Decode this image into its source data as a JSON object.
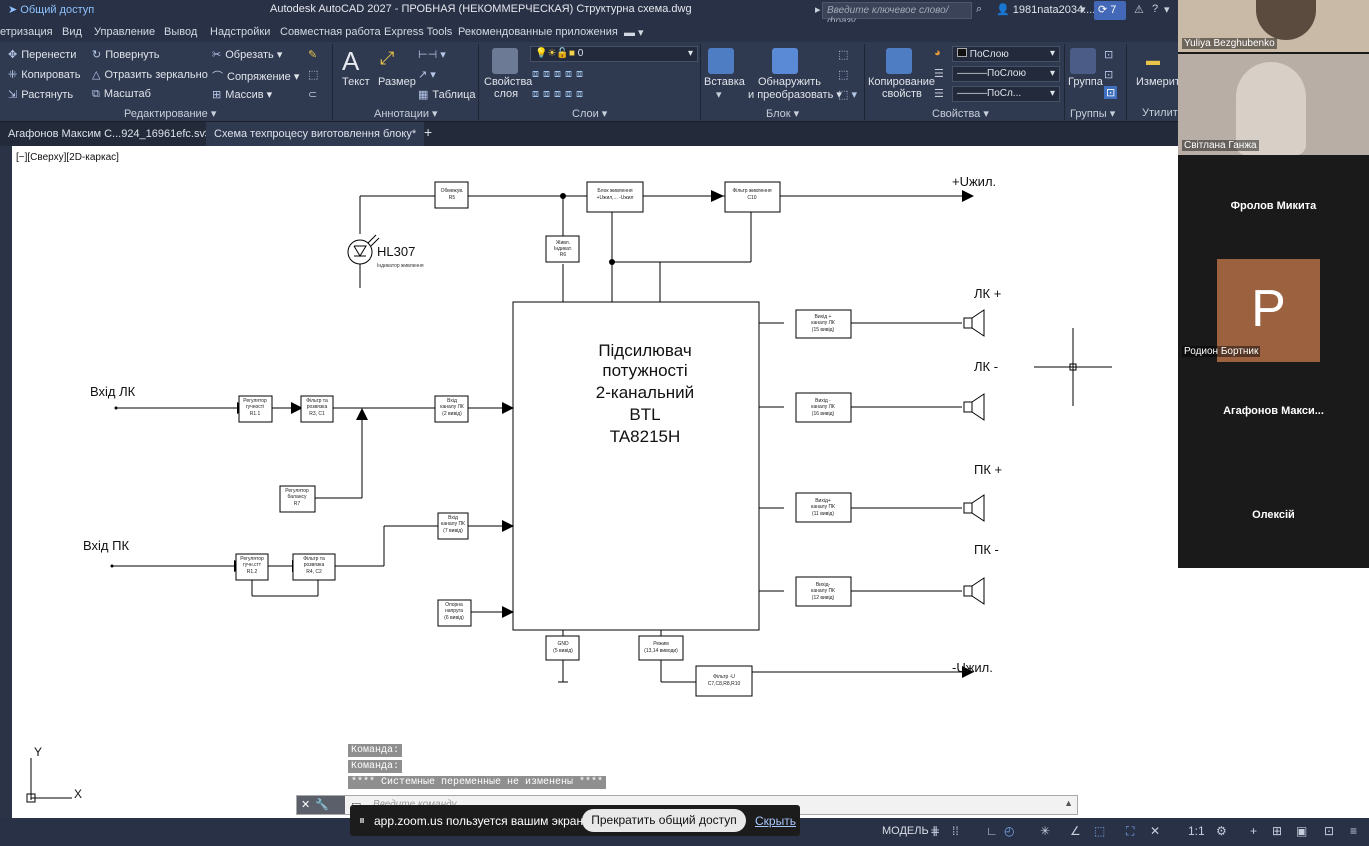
{
  "titlebar": {
    "share": "Общий доступ",
    "title": "Autodesk AutoCAD 2027 - ПРОБНАЯ (НЕКОММЕРЧЕСКАЯ)    Структурна схема.dwg",
    "search_placeholder": "Введите ключевое слово/фразу",
    "user": "1981nata2034....",
    "notify_count": "7"
  },
  "menu": [
    "етризация",
    "Вид",
    "Управление",
    "Вывод",
    "Надстройки",
    "Совместная работа",
    "Express Tools",
    "Рекомендованные приложения"
  ],
  "ribbon": {
    "modify": {
      "move": "Перенести",
      "rotate": "Повернуть",
      "trim": "Обрезать",
      "copy": "Копировать",
      "mirror": "Отразить зеркально",
      "fillet": "Сопряжение",
      "stretch": "Растянуть",
      "scale": "Масштаб",
      "array": "Массив",
      "title": "Редактирование"
    },
    "annotation": {
      "text": "Текст",
      "dimension": "Размер",
      "table": "Таблица",
      "title": "Аннотации"
    },
    "layers": {
      "properties_1": "Свойства",
      "properties_2": "слоя",
      "current_layer": "0",
      "title": "Слои"
    },
    "block": {
      "insert": "Вставка",
      "detect_1": "Обнаружить",
      "detect_2": "и преобразовать",
      "title": "Блок"
    },
    "properties": {
      "match_1": "Копирование",
      "match_2": "свойств",
      "bylayer": "ПоСлою",
      "linetype": "ПоСлою",
      "lineweight": "ПоСл...",
      "title": "Свойства"
    },
    "groups": {
      "group": "Группа",
      "title": "Группы"
    },
    "utilities": {
      "measure": "Измерить",
      "title": "Утилит"
    }
  },
  "tabs": [
    "Агафонов Максим С...924_16961efc.sv$*",
    "Схема техпроцесу виготовлення блоку*",
    "+"
  ],
  "viewport_label": "[−][Сверху][2D-каркас]",
  "schematic": {
    "main_block": [
      "Підсилювач",
      "потужності",
      "2-канальний",
      "BTL",
      "TA8215H"
    ],
    "inputs": {
      "left": "Вхід ЛК",
      "right": "Вхід ПК"
    },
    "outputs": {
      "lk_plus": "ЛК +",
      "lk_minus": "ЛК -",
      "pk_plus": "ПК +",
      "pk_minus": "ПК -"
    },
    "power_plus": "+Uжил.",
    "power_minus": "-Uжил.",
    "led": "HL307",
    "led_sub": "Індикатор живлення",
    "small_blocks": {
      "limiter": [
        "Обмежув.",
        "R5"
      ],
      "supply_filter_block": [
        "Блок живлення",
        "+Uжил,... -Uжил"
      ],
      "supply_filter": [
        "Фільтр живлення",
        "С10"
      ],
      "power_res": [
        "Живл.",
        "Індикат.",
        "R6"
      ],
      "reg_lk": [
        "Регулятор",
        "гучності",
        "R1.1"
      ],
      "filter_lk": [
        "Фільтр та",
        "розвязка",
        "R3, С1"
      ],
      "in_lk": [
        "Вхід",
        "каналу ЛК",
        "(2 вивід)"
      ],
      "balance": [
        "Регулятор",
        "балансу",
        "R7"
      ],
      "reg_pk": [
        "Регулятор",
        "гучн.стт",
        "R1.2"
      ],
      "filter_pk": [
        "Фільтр та",
        "розвязка",
        "R4, С2"
      ],
      "in_pk": [
        "Вхід",
        "каналу ПК",
        "(7 вивід)"
      ],
      "ref": [
        "Опорна",
        "напруга",
        "(6 вивід)"
      ],
      "gnd": [
        "GND",
        "(5 вивід)"
      ],
      "mode": [
        "Режим",
        "(13,14 виводи)"
      ],
      "filter_u": [
        "Фільтр -U",
        "С7,С8,R8,R10"
      ],
      "out_lk1": [
        "Вихід +",
        "каналу ЛК",
        "(15 вивід)"
      ],
      "out_lk2": [
        "Вихід -",
        "каналу ЛК",
        "(16 вивід)"
      ],
      "out_pk1": [
        "Вихід+",
        "каналу ПК",
        "(11 вивід)"
      ],
      "out_pk2": [
        "Вихід-",
        "каналу ПК",
        "(12 вивід)"
      ]
    }
  },
  "command": {
    "lines": [
      "Команда:",
      "Команда:",
      "**** Системные переменные не изменены ****"
    ],
    "placeholder": "Введите команду"
  },
  "zoom": {
    "message": "app.zoom.us пользуется вашим экраном.",
    "stop": "Прекратить общий доступ",
    "hide": "Скрыть"
  },
  "status": {
    "model": "МОДЕЛЬ",
    "scale": "1:1"
  },
  "participants": {
    "p1": "Yuliya Bezghubenko",
    "p2": "Світлана Ганжа",
    "p3": "Фролов Микита",
    "p4_initial": "P",
    "p4": "Родион Бортник",
    "p5": "Агафонов  Макси...",
    "p6": "Олексій"
  },
  "colors": {
    "ribbon_bg": "#2f3950",
    "title_bg": "#283145",
    "drawing_bg": "#ffffff",
    "avatar": "#9c6240"
  }
}
